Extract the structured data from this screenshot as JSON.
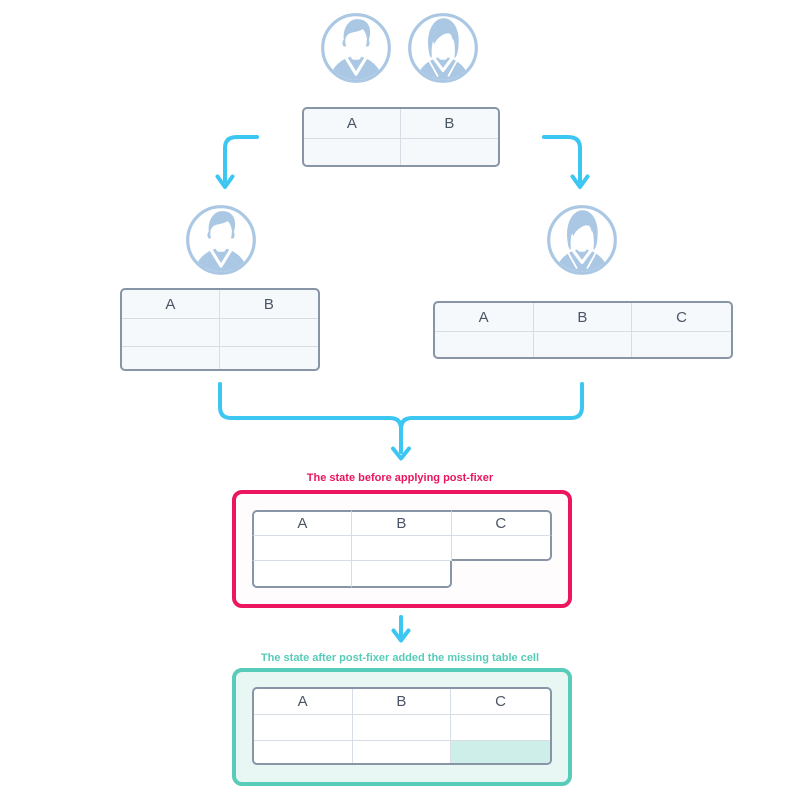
{
  "labels": {
    "before": "The state before applying post-fixer",
    "after": "The state after post-fixer added the missing table cell"
  },
  "tables": {
    "origin": {
      "headers": [
        "A",
        "B"
      ]
    },
    "user1": {
      "headers": [
        "A",
        "B"
      ]
    },
    "user2": {
      "headers": [
        "A",
        "B",
        "C"
      ]
    },
    "before": {
      "headers": [
        "A",
        "B",
        "C"
      ]
    },
    "after": {
      "headers": [
        "A",
        "B",
        "C"
      ]
    }
  },
  "icons": {
    "user1": "male-user-avatar-icon",
    "user2": "female-user-avatar-icon",
    "branch_left": "arrow-down-left-icon",
    "branch_right": "arrow-down-right-icon",
    "merge": "merge-bracket-arrow-icon",
    "transform": "arrow-down-icon"
  },
  "colors": {
    "arrow": "#3cc6f2",
    "avatar": "#aac7e3",
    "table_border": "#8795a7",
    "table_grid": "#d6dde5",
    "table_cell_bg": "#f6f9fb",
    "header_text": "#4a5565",
    "pink": "#eb1560",
    "pink_box_bg": "#fefcfd",
    "teal": "#57ccb8",
    "teal_box_bg": "#e8f7f3",
    "added_cell_bg": "#cdeee9"
  }
}
